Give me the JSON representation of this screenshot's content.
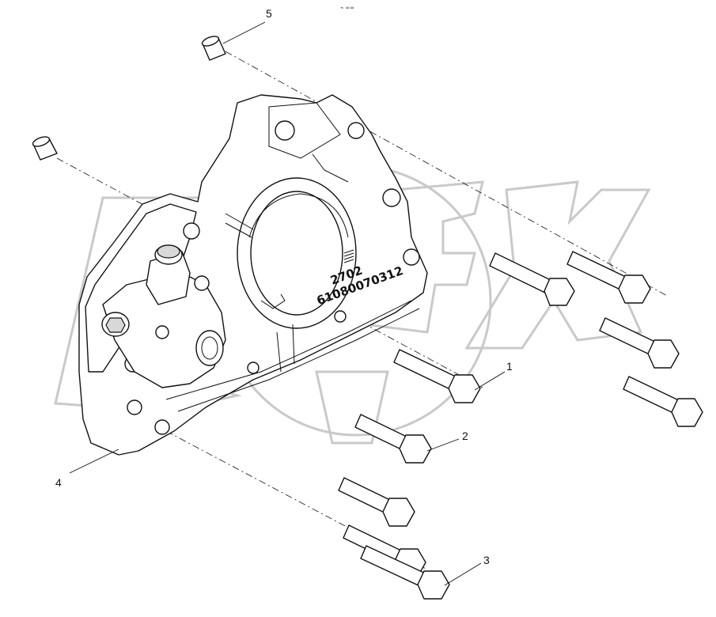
{
  "diagram": {
    "stamp_line_1": "2702",
    "stamp_line_2": "61080070312",
    "header_mark": "⌁ ∞∞",
    "watermark": "OPEX",
    "callouts": [
      {
        "id": "1",
        "text": "1"
      },
      {
        "id": "2",
        "text": "2"
      },
      {
        "id": "3",
        "text": "3"
      },
      {
        "id": "4",
        "text": "4"
      },
      {
        "id": "5",
        "text": "5"
      }
    ],
    "parts": {
      "housing": "flywheel-housing",
      "sleeves": [
        "dowel-sleeve",
        "dowel-sleeve"
      ],
      "bolts": [
        "bolt",
        "bolt",
        "bolt",
        "bolt",
        "bolt",
        "bolt",
        "bolt",
        "bolt",
        "bolt"
      ]
    },
    "colors": {
      "line": "#111111",
      "watermark": "#c9c9c9",
      "background": "#ffffff"
    }
  }
}
